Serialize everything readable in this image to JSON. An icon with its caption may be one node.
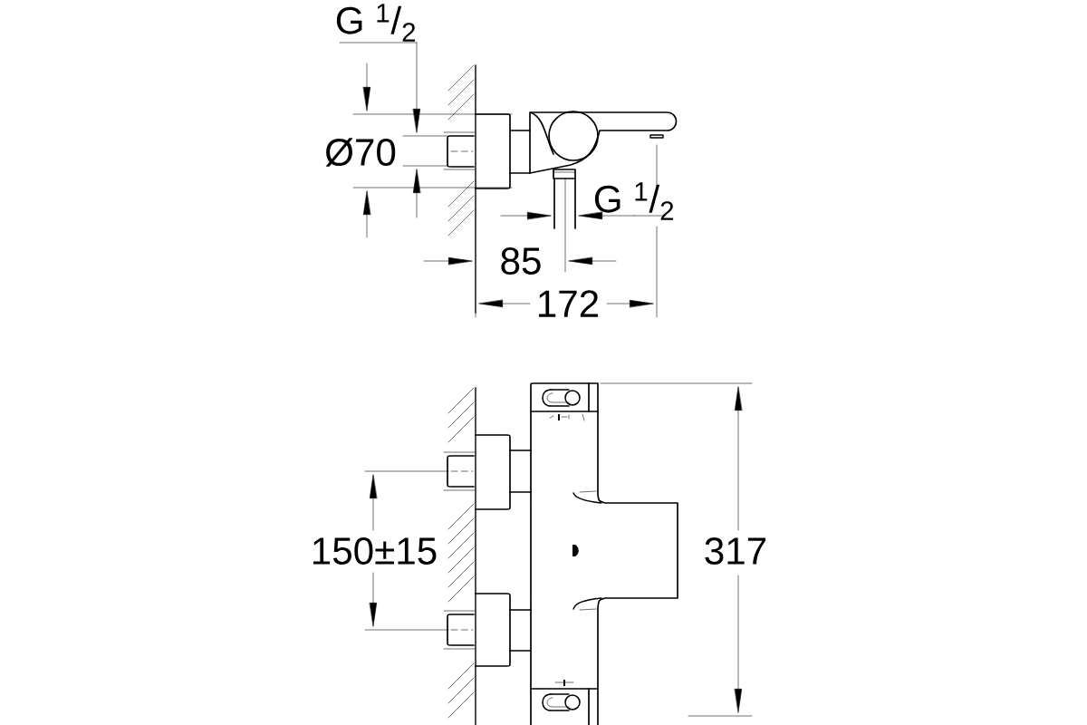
{
  "diagram": {
    "labels": [
      "G $^{1}$/$_{2}$",
      "Ø70",
      "G $^{1}$/$_{2}$",
      "85",
      "172",
      "150±15",
      "317"
    ]
  }
}
